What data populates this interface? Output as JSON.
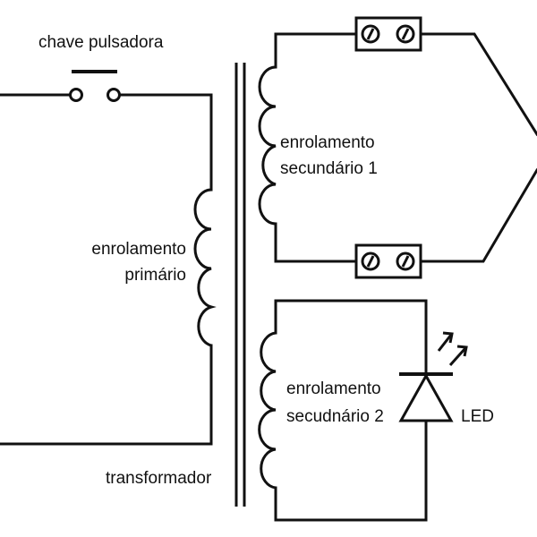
{
  "labels": {
    "switch": "chave pulsadora",
    "primary_line1": "enrolamento",
    "primary_line2": "primário",
    "secondary1_line1": "enrolamento",
    "secondary1_line2": "secundário 1",
    "secondary2_line1": "enrolamento",
    "secondary2_line2": "secudnário 2",
    "led": "LED",
    "transformer": "transformador"
  },
  "colors": {
    "ink": "#111111",
    "background": "#ffffff"
  }
}
